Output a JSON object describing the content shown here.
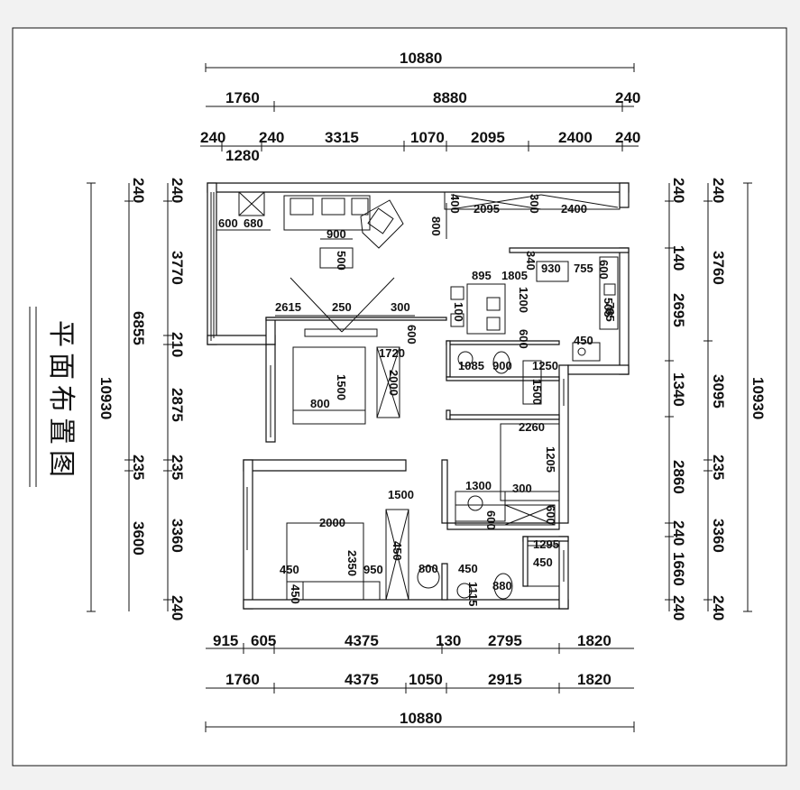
{
  "title": "平面布置图",
  "top_dims": {
    "overall": "10880",
    "row2": [
      "1760",
      "8880",
      "240"
    ],
    "row3": [
      "240",
      "240",
      "3315",
      "1070",
      "2095",
      "2400",
      "240"
    ],
    "sub": "1280"
  },
  "bottom_dims": {
    "row1": [
      "915",
      "605",
      "4375",
      "130",
      "2795",
      "1820"
    ],
    "row2": [
      "1760",
      "4375",
      "1050",
      "2915",
      "1820"
    ],
    "overall": "10880"
  },
  "left_dims": {
    "overall": "10930",
    "col2": [
      "240",
      "6855",
      "235",
      "3600"
    ],
    "col3": [
      "240",
      "3770",
      "210",
      "2875",
      "235",
      "3360",
      "240"
    ]
  },
  "right_dims": {
    "overall": "10930",
    "col2": [
      "240",
      "3760",
      "3095",
      "235",
      "3360",
      "240"
    ],
    "col3": [
      "240",
      "140",
      "2695",
      "1340",
      "2860",
      "240",
      "1660",
      "240"
    ]
  },
  "interior": {
    "labels": [
      "600",
      "680",
      "900",
      "500",
      "800",
      "400",
      "2095",
      "300",
      "2400",
      "340",
      "930",
      "755",
      "600",
      "895",
      "1805",
      "1200",
      "100",
      "600",
      "505",
      "765",
      "450",
      "2615",
      "250",
      "300",
      "600",
      "1720",
      "2000",
      "1500",
      "800",
      "1085",
      "900",
      "1250",
      "1500",
      "2260",
      "1205",
      "1300",
      "300",
      "600",
      "600",
      "1500",
      "2000",
      "2350",
      "450",
      "450",
      "950",
      "800",
      "450",
      "1115",
      "880",
      "1295",
      "450",
      "450"
    ]
  }
}
